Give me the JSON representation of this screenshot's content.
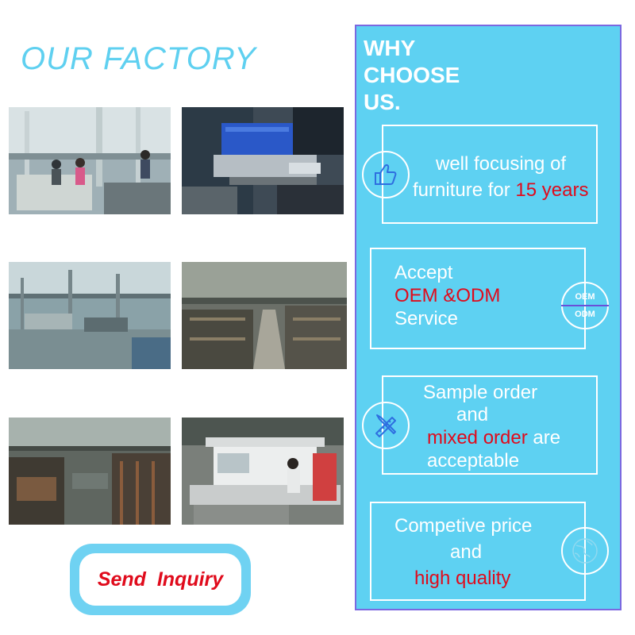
{
  "left": {
    "title": "OUR FACTORY",
    "inquiry_button": "Send  Inquiry"
  },
  "panel": {
    "title_lines": [
      "WHY",
      "CHOOSE",
      "US."
    ],
    "cards": [
      {
        "line1": "well focusing of",
        "line2_prefix": "furniture for ",
        "line2_highlight": "15 years",
        "icon": "thumbs-up-icon"
      },
      {
        "line1": "Accept",
        "line2_highlight": "OEM &ODM",
        "line3": "Service",
        "icon_top": "OEM",
        "icon_bottom": "ODM"
      },
      {
        "line1": "Sample order",
        "line2": "and",
        "line3_highlight": "mixed order",
        "line3_suffix": " are",
        "line4": "acceptable",
        "icon": "pencil-ruler-icon"
      },
      {
        "line1": "Competive price",
        "line2": "and",
        "line3_highlight": "high quality",
        "icon": "globe-icon"
      }
    ]
  },
  "colors": {
    "accent_blue": "#5ed1f2",
    "highlight_red": "#e00b1c",
    "panel_border": "#7b68e0"
  }
}
